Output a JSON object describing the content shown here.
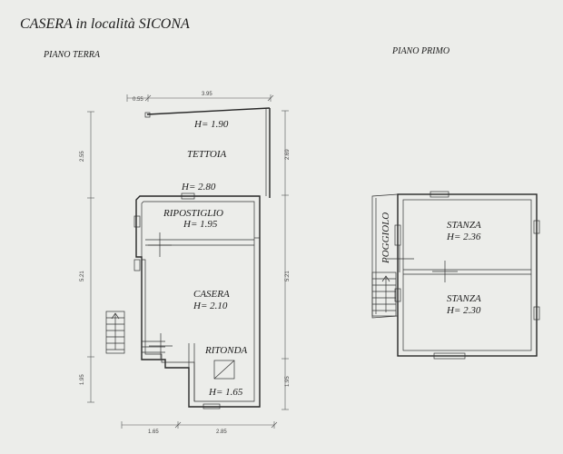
{
  "title": "CASERA in località SICONA",
  "floors": {
    "ground": "PIANO TERRA",
    "first": "PIANO PRIMO"
  },
  "ground_rooms": {
    "tettoia": {
      "name": "TETTOIA",
      "h_top": "H= 1.90",
      "h_bottom": "H= 2.80"
    },
    "ripostiglio": {
      "name": "RIPOSTIGLIO",
      "h": "H= 1.95"
    },
    "casera": {
      "name": "CASERA",
      "h": "H= 2.10"
    },
    "ritonda": {
      "name": "RITONDA",
      "h": "H= 1.65"
    }
  },
  "first_rooms": {
    "stanza_top": {
      "name": "STANZA",
      "h": "H= 2.36"
    },
    "stanza_bottom": {
      "name": "STANZA",
      "h": "H= 2.30"
    },
    "poggiolo": {
      "name": "POGGIOLO"
    }
  },
  "dimensions": {
    "top_left": "0.55",
    "top_main": "3.95",
    "left_upper": "2.55",
    "left_middle": "5.21",
    "left_lower": "1.95",
    "right_upper": "2.69",
    "right_middle": "5.21",
    "right_lower": "1.95",
    "bottom_left": "1.65",
    "bottom_right": "2.85"
  }
}
